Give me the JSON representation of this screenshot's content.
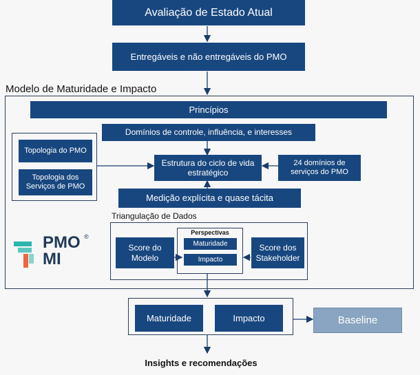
{
  "top": {
    "assessment": "Avaliação de Estado Atual",
    "deliverables": "Entregáveis e não entregáveis do PMO"
  },
  "model": {
    "title": "Modelo de Maturidade e Impacto",
    "principles": "Princípios",
    "domains_control": "Domínios de controle, influência, e interesses",
    "topology_pmo": "Topologia do PMO",
    "topology_services_l1": "Topologia dos",
    "topology_services_l2": "Serviços de PMO",
    "lifecycle_l1": "Estrutura do ciclo de vida",
    "lifecycle_l2": "estratégico",
    "services_domains_l1": "24 domínios de",
    "services_domains_l2": "serviços do PMO",
    "measurement": "Medição explícita e quase tácita",
    "triangulation": {
      "title": "Triangulação de Dados",
      "model_score_l1": "Score do",
      "model_score_l2": "Modelo",
      "perspectives_title": "Perspectivas",
      "maturity": "Maturidade",
      "impact": "Impacto",
      "stakeholder_score_l1": "Score dos",
      "stakeholder_score_l2": "Stakeholder"
    },
    "logo_l1": "PMO",
    "logo_l2": "MI",
    "logo_mark": "®"
  },
  "results": {
    "maturity": "Maturidade",
    "impact": "Impacto",
    "baseline": "Baseline"
  },
  "footer": "Insights e recomendações",
  "colors": {
    "box": "#18477f",
    "baseline": "#8aa5c1",
    "logo_teal": "#2bb6ad",
    "logo_orange": "#f0643c",
    "logo_text": "#1f3a5a"
  }
}
